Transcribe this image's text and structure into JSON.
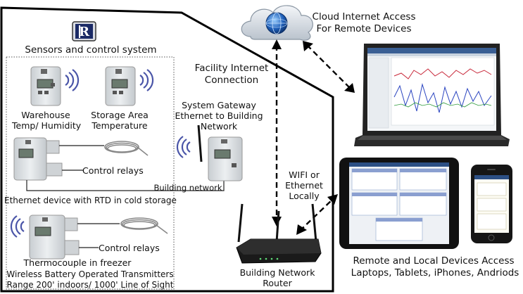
{
  "colors": {
    "building_outline": "#000000",
    "dotted_border": "#555555",
    "wifi_wave": "#4a55a8",
    "device_body": "#d8dcdf",
    "laptop_body": "#222222",
    "router_body": "#1a1a1a",
    "cloud": "#dde3ea",
    "globe": "#1f5fb8"
  },
  "labels": {
    "sensors_title": "Sensors and control system",
    "warehouse": "Warehouse\nTemp/ Humidity",
    "storage": "Storage Area\nTemperature",
    "control_relays_1": "Control relays",
    "building_network": "Building network",
    "rtd_device": "Ethernet device with RTD in cold storage",
    "control_relays_2": "Control relays",
    "thermocouple": "Thermocouple in freezer",
    "wireless_line1": "Wireless Battery Operated Transmitters",
    "wireless_line2": "Range 200' indoors/ 1000' Line of Sight",
    "gateway": "System Gateway\nEthernet to Building\nNetwork",
    "facility_internet": "Facility Internet\nConnection",
    "cloud_access": "Cloud Internet Access\nFor Remote Devices",
    "wifi_ethernet": "WIFI or\nEthernet\nLocally",
    "router": "Building Network\nRouter",
    "remote_local_line1": "Remote and Local Devices Access",
    "remote_local_line2": "Laptops, Tablets, iPhones, Andriods"
  },
  "icons": {
    "logo": "company-logo-icon",
    "cloud": "cloud-icon",
    "globe": "globe-icon",
    "wifi": "wifi-signal-icon",
    "laptop": "laptop-icon",
    "tablet": "tablet-icon",
    "phone": "phone-icon",
    "router": "router-icon",
    "sensor": "sensor-device-icon",
    "probe": "temperature-probe-icon"
  }
}
